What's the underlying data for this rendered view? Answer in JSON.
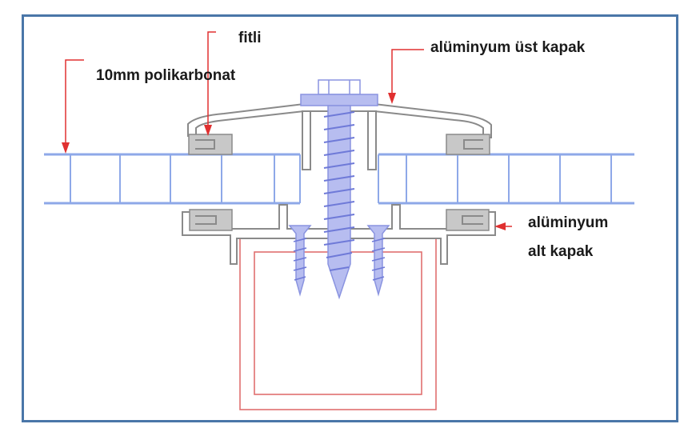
{
  "labels": {
    "fitli": "fitli",
    "polycarbonate": "10mm polikarbonat",
    "top_cap": "alüminyum üst kapak",
    "bottom_cap_line1": "alüminyum",
    "bottom_cap_line2": "alt kapak"
  },
  "colors": {
    "frame": "#4a76a8",
    "panel": "#8ea8e8",
    "aluminum": "#8a8a8a",
    "gasket": "#c8c8c8",
    "leader": "#e03030",
    "screw": "#8a94e0",
    "beam": "#e07070"
  },
  "icons": {
    "screw": "self-tapping-screw-icon",
    "bolt": "hex-bolt-icon"
  }
}
